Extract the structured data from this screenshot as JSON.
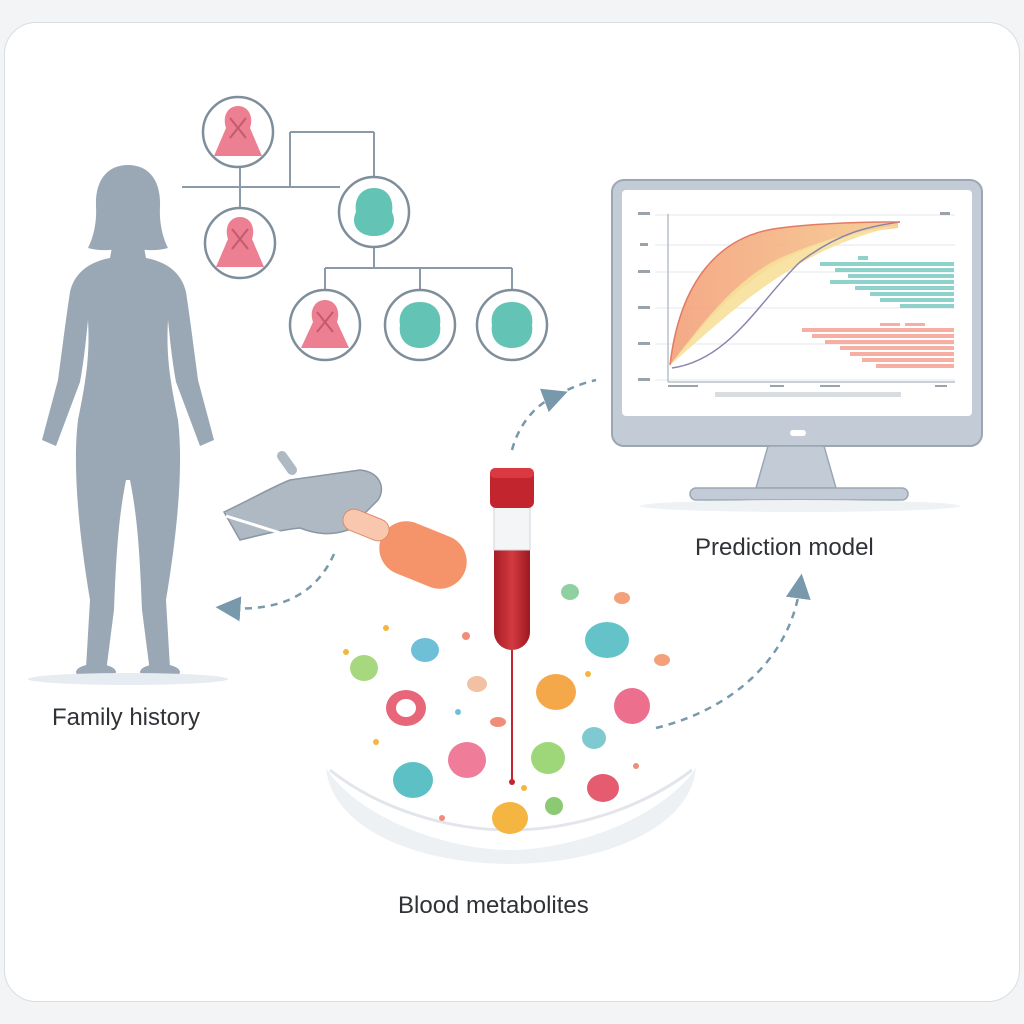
{
  "labels": {
    "family_history": "Family history",
    "prediction_model": "Prediction model",
    "blood_metabolites": "Blood metabolites"
  },
  "colors": {
    "figure": "#9aa8b6",
    "line": "#8a9aa8",
    "female": "#ec7f92",
    "male": "#63c3b5",
    "blood": "#c3252e",
    "arrow": "#7899ab",
    "capsule": "#f5936a"
  },
  "icons": {
    "person": "female-silhouette-icon",
    "pedigree": "family-tree-icon",
    "glove": "gloved-hand-icon",
    "tube": "blood-tube-icon",
    "monitor": "monitor-icon"
  }
}
